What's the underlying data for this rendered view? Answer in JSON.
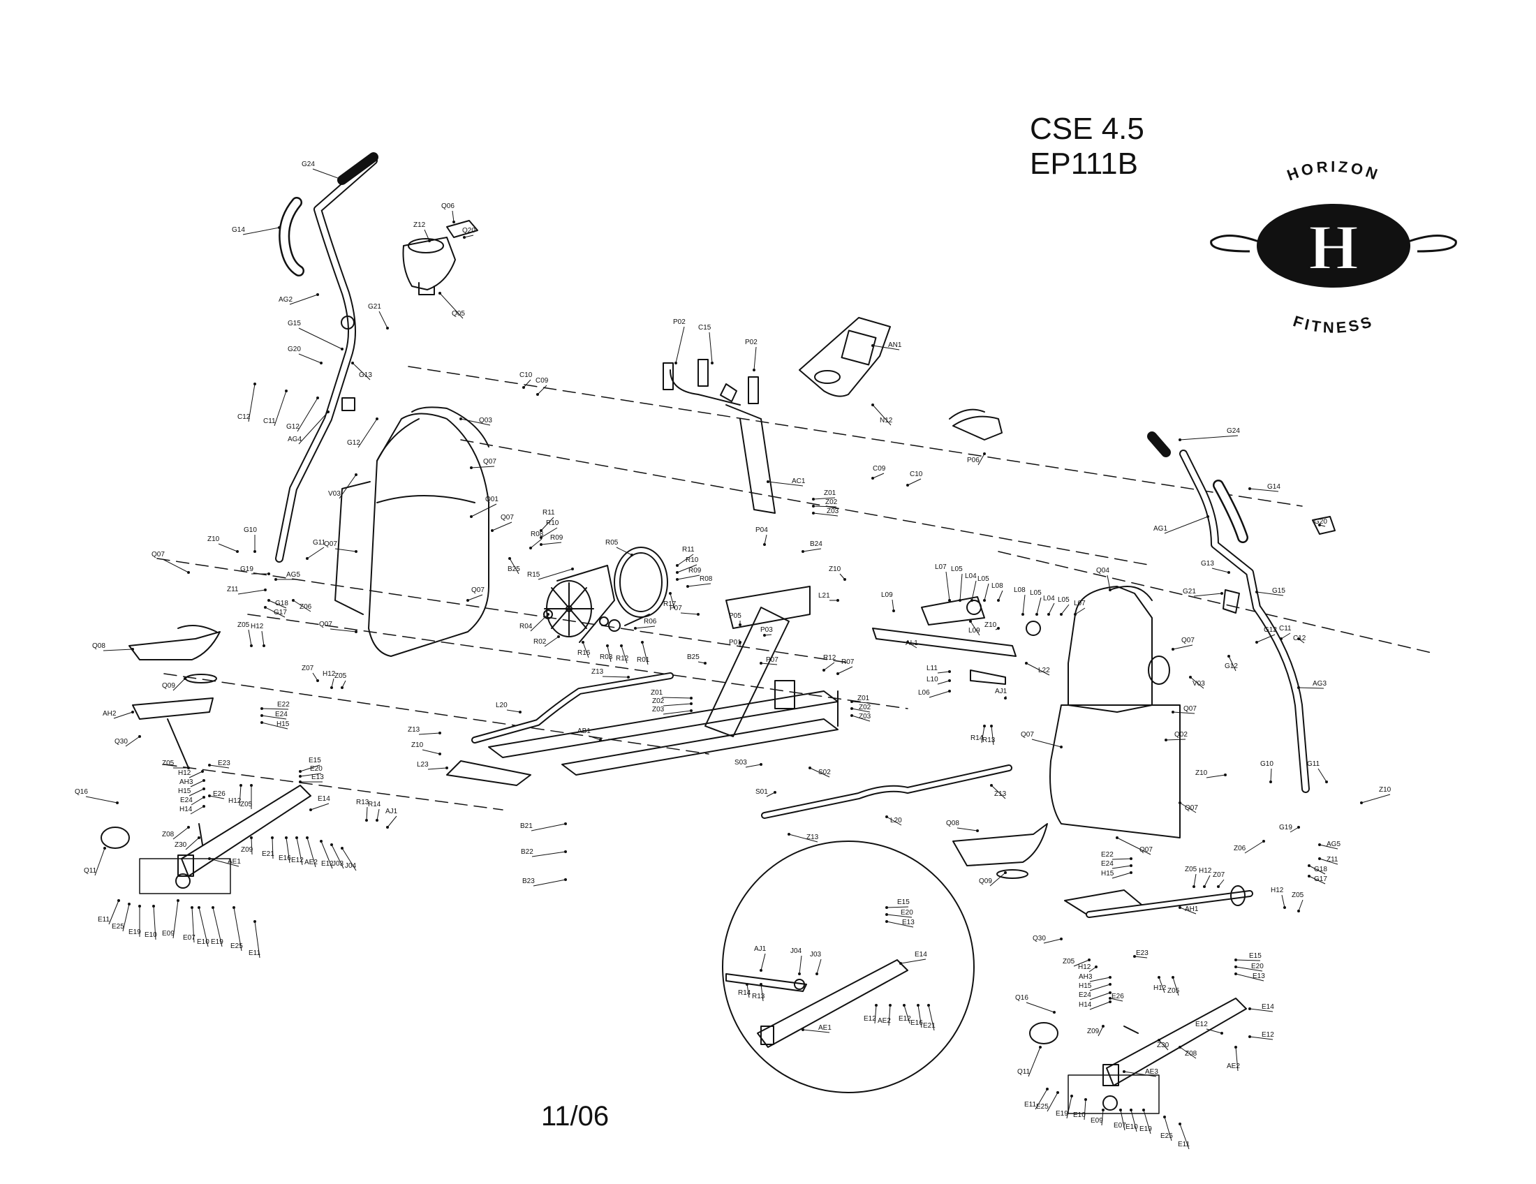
{
  "model": {
    "name": "CSE 4.5",
    "code": "EP111B"
  },
  "brand": {
    "top": "HORIZON",
    "bottom": "FITNESS",
    "monogram": "H"
  },
  "date": "11/06",
  "colors": {
    "ink": "#111111",
    "paper": "#ffffff"
  },
  "parts": {
    "G24a": "G24",
    "G14a": "G14",
    "AG2": "AG2",
    "G15a": "G15",
    "G20a": "G20",
    "G21a": "G21",
    "G13a": "G13",
    "C12a": "C12",
    "C11a": "C11",
    "G12a": "G12",
    "AG4": "AG4",
    "G12b": "G12",
    "Z12": "Z12",
    "Q06": "Q06",
    "Q20": "Q20",
    "Q05": "Q05",
    "C10a": "C10",
    "C09a": "C09",
    "Q03": "Q03",
    "Q07a": "Q07",
    "V03a": "V03",
    "Q01": "Q01",
    "Q07b": "Q07",
    "Z10a": "Z10",
    "G10a": "G10",
    "G11a": "G11",
    "Q07c": "Q07",
    "G19a": "G19",
    "AG5a": "AG5",
    "Z11a": "Z11",
    "G18a": "G18",
    "G17a": "G17",
    "Z06a": "Z06",
    "Q07d": "Q07",
    "Q07e": "Q07",
    "Q07f": "Q07",
    "Q08a": "Q08",
    "Q09a": "Q09",
    "AH2": "AH2",
    "Q30a": "Q30",
    "Z05a": "Z05",
    "H12a": "H12",
    "Z07a": "Z07",
    "H12b": "H12",
    "Z05b": "Z05",
    "E22a": "E22",
    "E24a": "E24",
    "H15a": "H15",
    "Z05c": "Z05",
    "E23a": "E23",
    "H12c": "H12",
    "AH3a": "AH3",
    "H15b": "H15",
    "E24b": "E24",
    "H14a": "H14",
    "E26a": "E26",
    "H12d": "H12",
    "Z05d": "Z05",
    "Q16a": "Q16",
    "Q11a": "Q11",
    "Z08a": "Z08",
    "Z30a": "Z30",
    "E15a": "E15",
    "E20a": "E20",
    "E13a": "E13",
    "E14a": "E14",
    "AE1a": "AE1",
    "Z09a": "Z09",
    "E21a": "E21",
    "E16a": "E16",
    "E12a": "E12",
    "AE2a": "AE2",
    "E12b": "E12",
    "J03a": "J03",
    "J04a": "J04",
    "R13a": "R13",
    "R14a": "R14",
    "AJ1a": "AJ1",
    "E11a": "E11",
    "E25a": "E25",
    "E19a": "E19",
    "E10a": "E10",
    "E09a": "E09",
    "E07a": "E07",
    "E10b": "E10",
    "E19b": "E19",
    "E25b": "E25",
    "E11b": "E11",
    "R11a": "R11",
    "R10a": "R10",
    "R09a": "R09",
    "R08a": "R08",
    "B25a": "B25",
    "R15": "R15",
    "R05": "R05",
    "R11b": "R11",
    "R10b": "R10",
    "R09b": "R09",
    "R08b": "R08",
    "R17": "R17",
    "R04": "R04",
    "R02": "R02",
    "R16": "R16",
    "R03": "R03",
    "R12a": "R12",
    "R01": "R01",
    "R06": "R06",
    "P02a": "P02",
    "C15": "C15",
    "P02b": "P02",
    "AN1": "AN1",
    "N12": "N12",
    "P06": "P06",
    "AC1": "AC1",
    "Z01a": "Z01",
    "Z02a": "Z02",
    "Z03a": "Z03",
    "C09b": "C09",
    "C10b": "C10",
    "P04": "P04",
    "B24": "B24",
    "P07a": "P07",
    "P05": "P05",
    "P03": "P03",
    "P01": "P01",
    "B25b": "B25",
    "P07b": "P07",
    "R12b": "R12",
    "R07": "R07",
    "Z13a": "Z13",
    "L20a": "L20",
    "Z01b": "Z01",
    "Z02b": "Z02",
    "Z03b": "Z03",
    "Z13b": "Z13",
    "Z10b": "Z10",
    "L23": "L23",
    "AB1": "AB1",
    "Z01c": "Z01",
    "Z02c": "Z02",
    "Z03c": "Z03",
    "S03": "S03",
    "S02": "S02",
    "S01": "S01",
    "B21": "B21",
    "B22": "B22",
    "B23": "B23",
    "L20b": "L20",
    "Z13c": "Z13",
    "Z13d": "Z13",
    "Z10c": "Z10",
    "L21": "L21",
    "L09a": "L09",
    "L07a": "L07",
    "L05a": "L05",
    "L04a": "L04",
    "L05b": "L05",
    "L08a": "L08",
    "L09b": "L09",
    "Z10d": "Z10",
    "L08b": "L08",
    "L05c": "L05",
    "L04b": "L04",
    "L05d": "L05",
    "L07b": "L07",
    "AL1": "AL1",
    "L11": "L11",
    "L10": "L10",
    "L06": "L06",
    "L22": "L22",
    "AJ1b": "AJ1",
    "R14b": "R14",
    "R13b": "R13",
    "Q04": "Q04",
    "Q07g": "Q07",
    "V03b": "V03",
    "Q07h": "Q07",
    "Q02": "Q02",
    "Q07i": "Q07",
    "Q07j": "Q07",
    "Q07k": "Q07",
    "G24b": "G24",
    "G14b": "G14",
    "AG1": "AG1",
    "G20b": "G20",
    "G13b": "G13",
    "G21b": "G21",
    "G15b": "G15",
    "G12c": "G12",
    "G12d": "G12",
    "C11b": "C11",
    "C12b": "C12",
    "AG3": "AG3",
    "Z10e": "Z10",
    "G10b": "G10",
    "G11b": "G11",
    "Z10f": "Z10",
    "G19b": "G19",
    "Z06b": "Z06",
    "AG5b": "AG5",
    "Z11b": "Z11",
    "G18b": "G18",
    "G17b": "G17",
    "Q08b": "Q08",
    "Q09b": "Q09",
    "E22b": "E22",
    "E24c": "E24",
    "H15c": "H15",
    "Z05e": "Z05",
    "H12e": "H12",
    "Z07b": "Z07",
    "H12f": "H12",
    "Z05f": "Z05",
    "AH1": "AH1",
    "Q30b": "Q30",
    "E23b": "E23",
    "Z05g": "Z05",
    "H12g": "H12",
    "AH3b": "AH3",
    "H15d": "H15",
    "E24d": "E24",
    "H14b": "H14",
    "E26b": "E26",
    "H12h": "H12",
    "Z05h": "Z05",
    "E15b": "E15",
    "E20b": "E20",
    "E13b": "E13",
    "E14b": "E14",
    "E12c": "E12",
    "E12d": "E12",
    "AE2b": "AE2",
    "Q16b": "Q16",
    "Z09b": "Z09",
    "Z30b": "Z30",
    "Z08b": "Z08",
    "Q11b": "Q11",
    "AE3": "AE3",
    "E11c": "E11",
    "E25c": "E25",
    "E19c": "E19",
    "E10c": "E10",
    "E09b": "E09",
    "E07b": "E07",
    "E10d": "E10",
    "E19d": "E19",
    "E25d": "E25",
    "E11d": "E11",
    "AJ1c": "AJ1",
    "J04b": "J04",
    "J03b": "J03",
    "R14c": "R14",
    "R13c": "R13",
    "E15c": "E15",
    "E20c": "E20",
    "E13c": "E13",
    "E14c": "E14",
    "AE1b": "AE1",
    "E12e": "E12",
    "AE2c": "AE2",
    "E12f": "E12",
    "E16b": "E16",
    "E21b": "E21"
  }
}
